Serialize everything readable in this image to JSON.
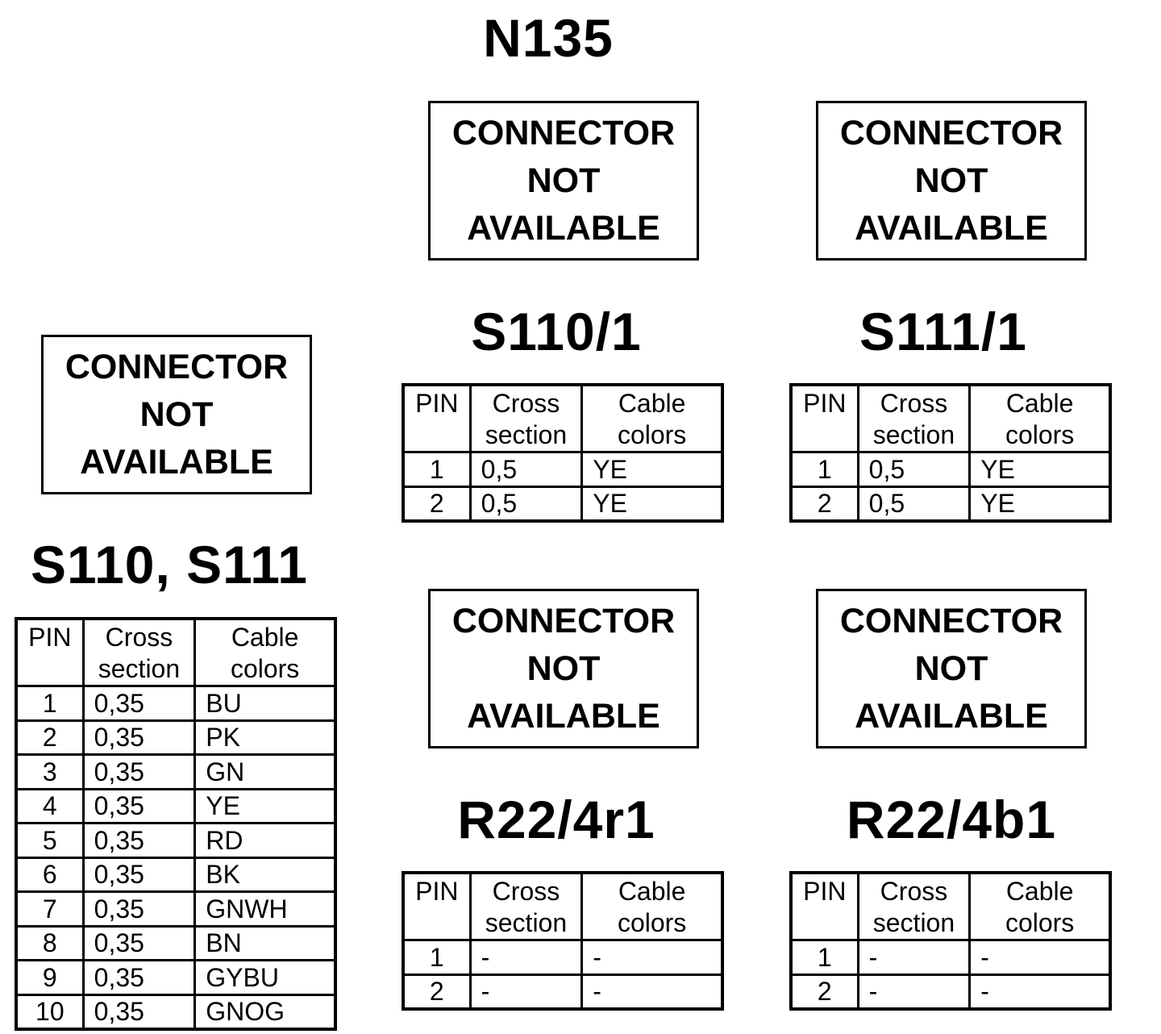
{
  "titles": {
    "n135": "N135",
    "s110_1": "S110/1",
    "s111_1": "S111/1",
    "s110_s111": "S110, S111",
    "r22_4r1": "R22/4r1",
    "r22_4b1": "R22/4b1"
  },
  "not_available": {
    "line1": "CONNECTOR",
    "line2": "NOT",
    "line3": "AVAILABLE"
  },
  "table_headers": {
    "pin": "PIN",
    "cross_1": "Cross",
    "cross_2": "section",
    "cable_1": "Cable",
    "cable_2": "colors"
  },
  "tables": {
    "s110_1": [
      {
        "pin": "1",
        "cross": "0,5",
        "color": "YE"
      },
      {
        "pin": "2",
        "cross": "0,5",
        "color": "YE"
      }
    ],
    "s111_1": [
      {
        "pin": "1",
        "cross": "0,5",
        "color": "YE"
      },
      {
        "pin": "2",
        "cross": "0,5",
        "color": "YE"
      }
    ],
    "s110_s111": [
      {
        "pin": "1",
        "cross": "0,35",
        "color": "BU"
      },
      {
        "pin": "2",
        "cross": "0,35",
        "color": "PK"
      },
      {
        "pin": "3",
        "cross": "0,35",
        "color": "GN"
      },
      {
        "pin": "4",
        "cross": "0,35",
        "color": "YE"
      },
      {
        "pin": "5",
        "cross": "0,35",
        "color": "RD"
      },
      {
        "pin": "6",
        "cross": "0,35",
        "color": "BK"
      },
      {
        "pin": "7",
        "cross": "0,35",
        "color": "GNWH"
      },
      {
        "pin": "8",
        "cross": "0,35",
        "color": "BN"
      },
      {
        "pin": "9",
        "cross": "0,35",
        "color": "GYBU"
      },
      {
        "pin": "10",
        "cross": "0,35",
        "color": "GNOG"
      }
    ],
    "r22_4r1": [
      {
        "pin": "1",
        "cross": "-",
        "color": "-"
      },
      {
        "pin": "2",
        "cross": "-",
        "color": "-"
      }
    ],
    "r22_4b1": [
      {
        "pin": "1",
        "cross": "-",
        "color": "-"
      },
      {
        "pin": "2",
        "cross": "-",
        "color": "-"
      }
    ]
  }
}
